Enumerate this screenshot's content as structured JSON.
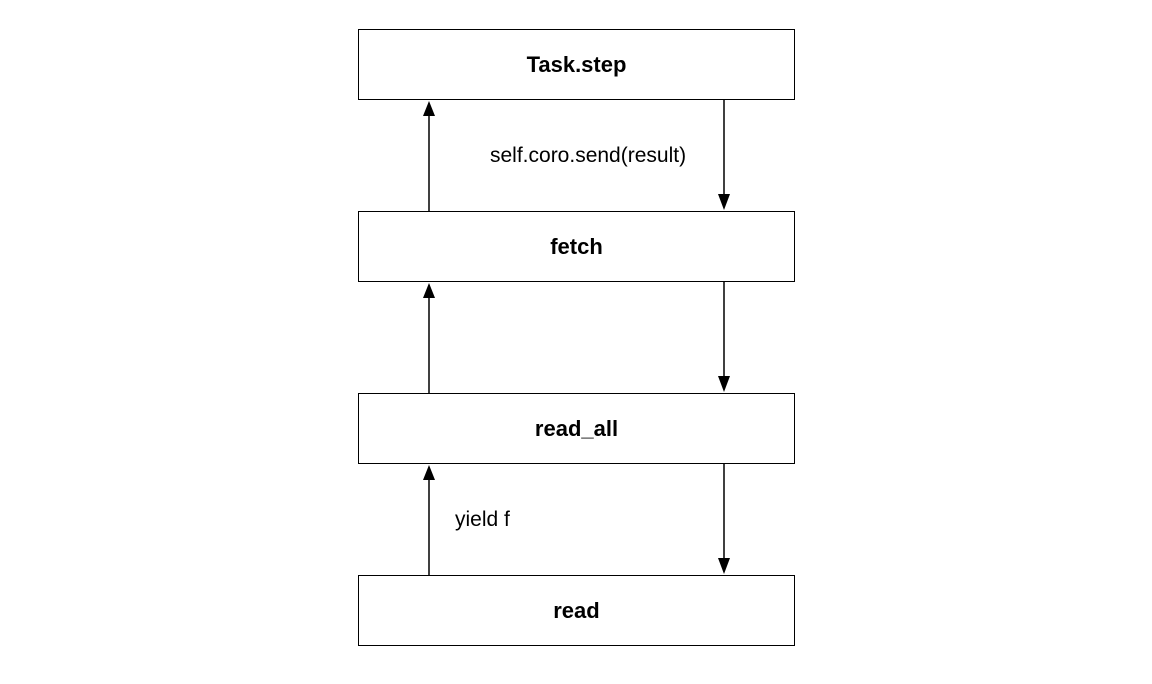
{
  "nodes": {
    "task_step": "Task.step",
    "fetch": "fetch",
    "read_all": "read_all",
    "read": "read"
  },
  "edge_labels": {
    "send": "self.coro.send(result)",
    "yield": "yield f"
  },
  "colors": {
    "stroke": "#000000",
    "background": "#ffffff"
  }
}
